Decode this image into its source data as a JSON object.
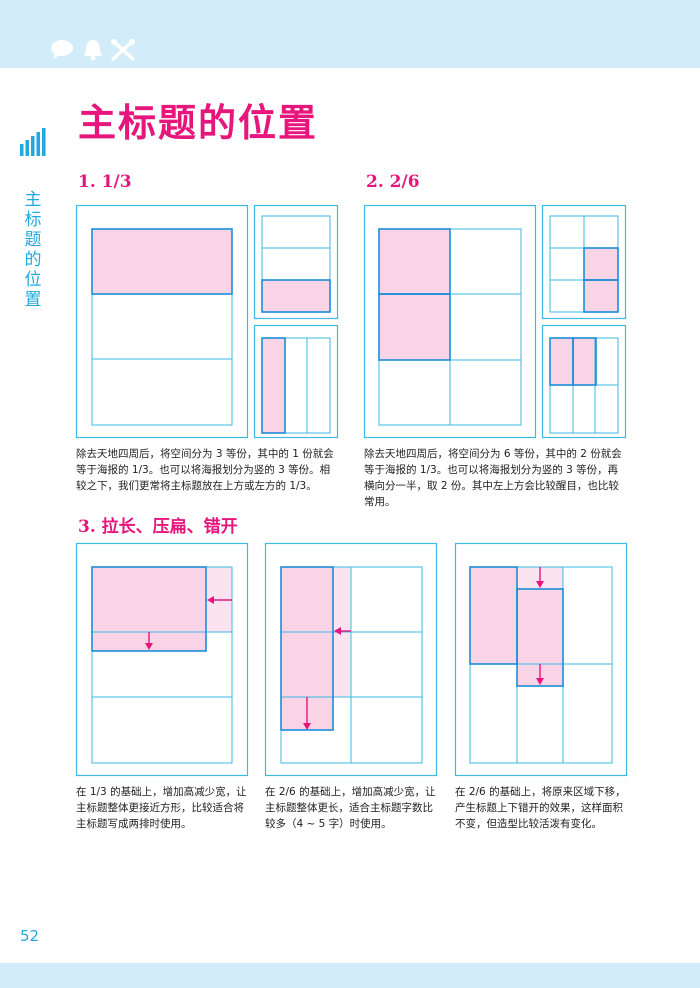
{
  "header": {
    "icons": [
      "speech-bubble-icon",
      "bell-icon",
      "crossed-tools-icon"
    ],
    "accent_color": "#22a9e0",
    "band_color": "#d3ecf9"
  },
  "page": {
    "title": "主标题的位置",
    "side_title": "主标题的位置",
    "title_color": "#e6167d",
    "page_number": "52"
  },
  "sections": {
    "s1": {
      "heading": "1. 1/3",
      "caption": "除去天地四周后，将空间分为 3 等份，其中的 1 份就会等于海报的 1/3。也可以将海报划分为竖的 3 等份。相较之下，我们更常将主标题放在上方或左方的 1/3。"
    },
    "s2": {
      "heading": "2. 2/6",
      "caption": "除去天地四周后，将空间分为 6 等份，其中的 2 份就会等于海报的 1/3。也可以将海报划分为竖的 3 等份，再横向分一半，取 2 份。其中左上方会比较醒目，也比较常用。"
    },
    "s3": {
      "heading": "3. 拉长、压扁、错开",
      "captions": [
        "在 1/3 的基础上，增加高减少宽，让主标题整体更接近方形，比较适合将主标题写成两排时使用。",
        "在 2/6 的基础上，增加高减少宽，让主标题整体更长，适合主标题字数比较多（4 ~ 5 字）时使用。",
        "在 2/6 的基础上，将原来区域下移，产生标题上下错开的效果，这样面积不变，但造型比较活泼有变化。"
      ]
    }
  }
}
